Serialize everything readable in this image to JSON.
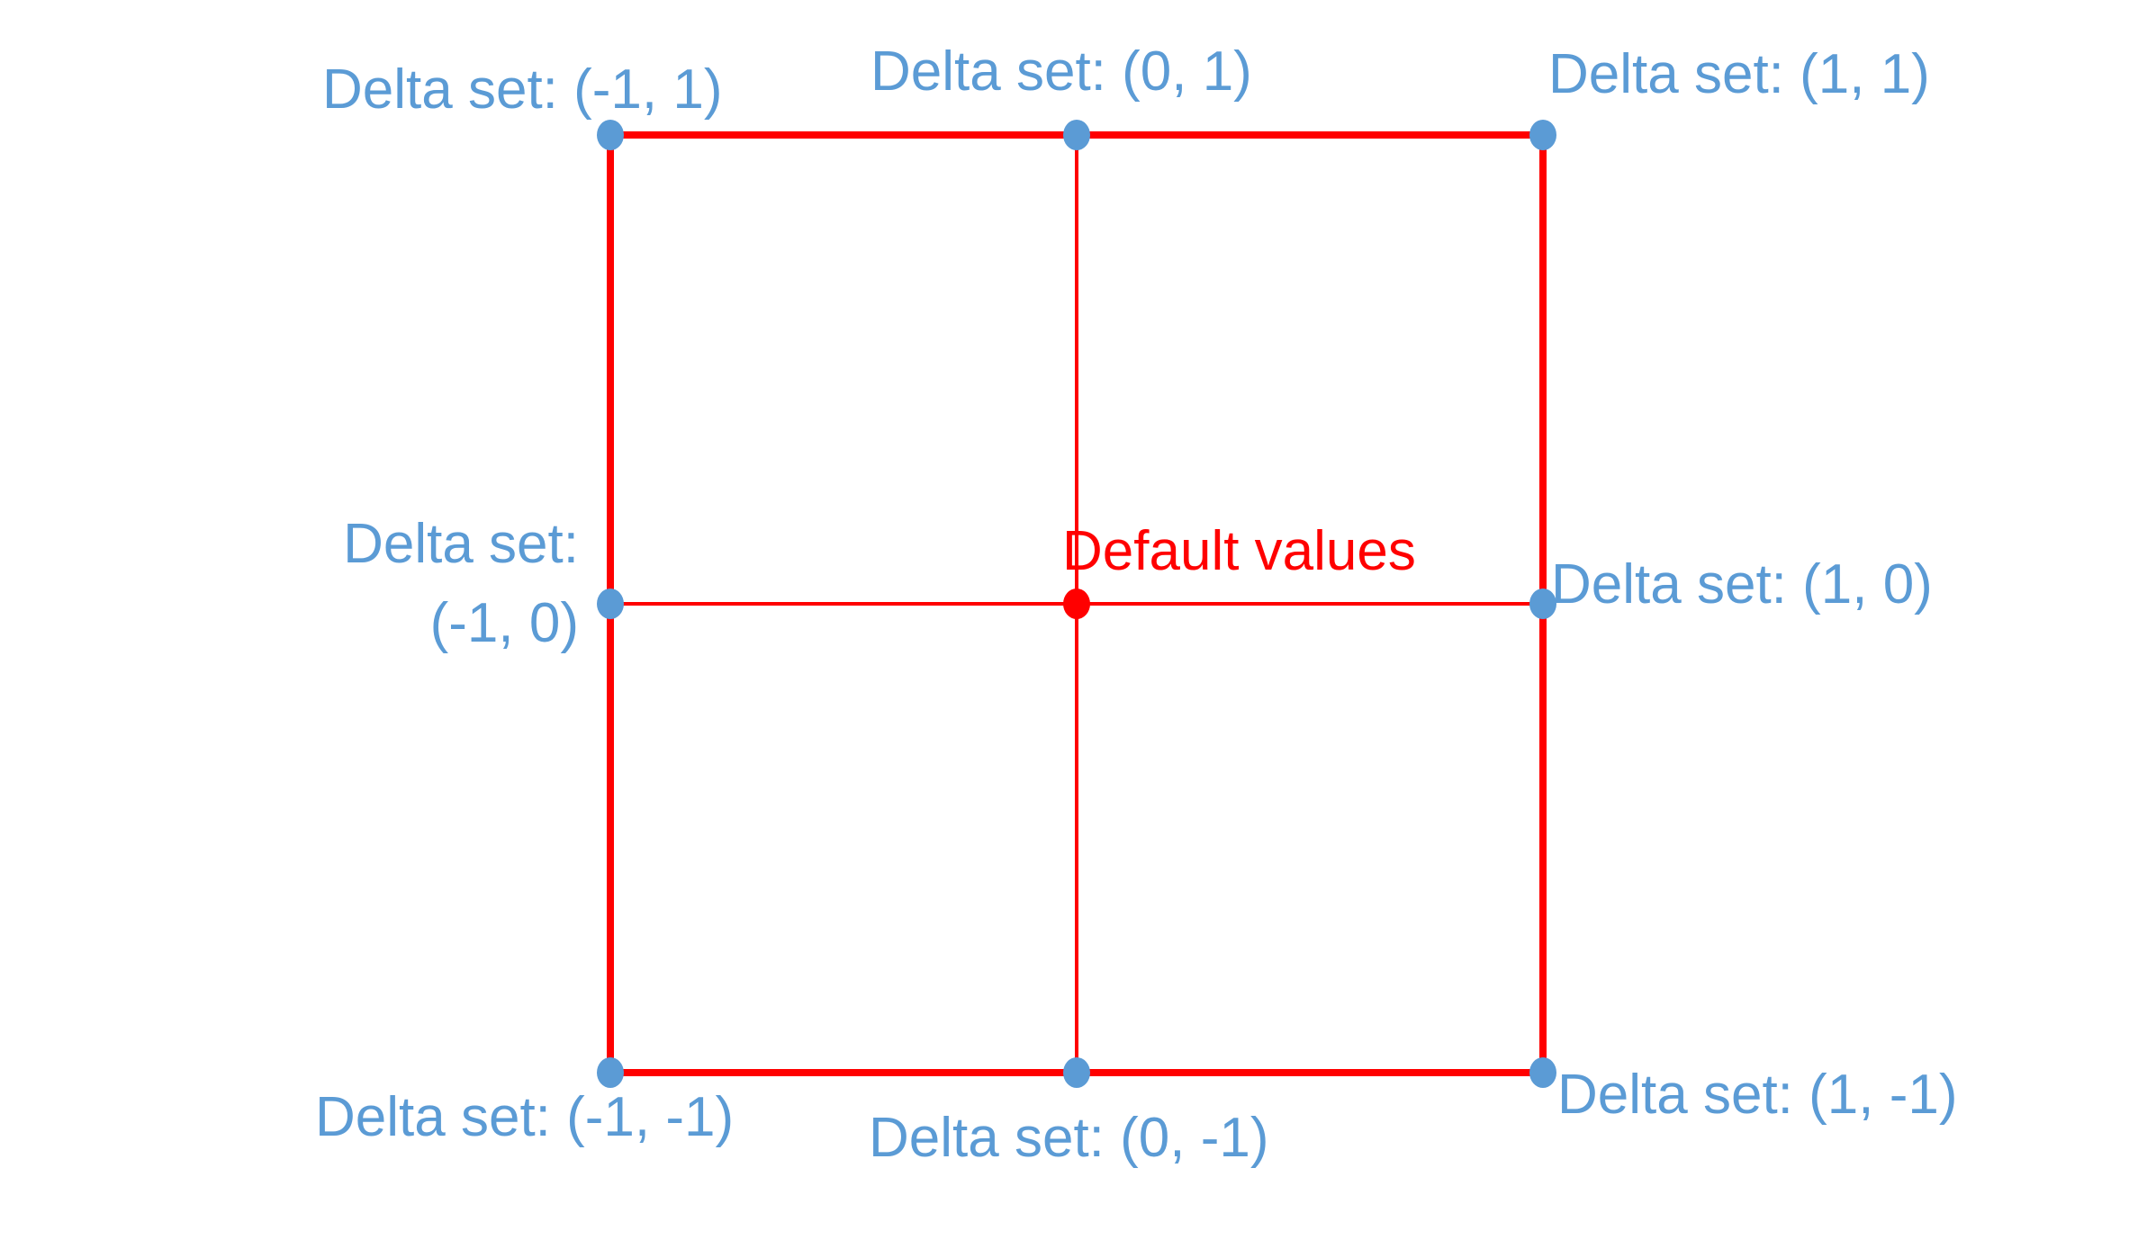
{
  "diagram": {
    "description": "3x3 delta-set grid",
    "center_label": "Default values",
    "nodes": [
      {
        "position": "top-left",
        "delta": [
          -1,
          1
        ],
        "label": "Delta set: (-1, 1)"
      },
      {
        "position": "top-center",
        "delta": [
          0,
          1
        ],
        "label": "Delta set: (0, 1)"
      },
      {
        "position": "top-right",
        "delta": [
          1,
          1
        ],
        "label": "Delta set: (1, 1)"
      },
      {
        "position": "middle-left",
        "delta": [
          -1,
          0
        ],
        "label": "Delta set: (-1, 0)",
        "label_line1": "Delta set:",
        "label_line2": "(-1, 0)"
      },
      {
        "position": "center",
        "delta": [
          0,
          0
        ],
        "label": "Default values"
      },
      {
        "position": "middle-right",
        "delta": [
          1,
          0
        ],
        "label": "Delta set: (1, 0)"
      },
      {
        "position": "bottom-left",
        "delta": [
          -1,
          -1
        ],
        "label": "Delta set: (-1, -1)"
      },
      {
        "position": "bottom-center",
        "delta": [
          0,
          -1
        ],
        "label": "Delta set: (0, -1)"
      },
      {
        "position": "bottom-right",
        "delta": [
          1,
          -1
        ],
        "label": "Delta set: (1, -1)"
      }
    ],
    "colors": {
      "label_blue": "#5B9BD5",
      "line_red": "#FF0000",
      "outer_dot": "#5B9BD5",
      "center_dot": "#FF0000",
      "background": "#FFFFFF"
    }
  }
}
